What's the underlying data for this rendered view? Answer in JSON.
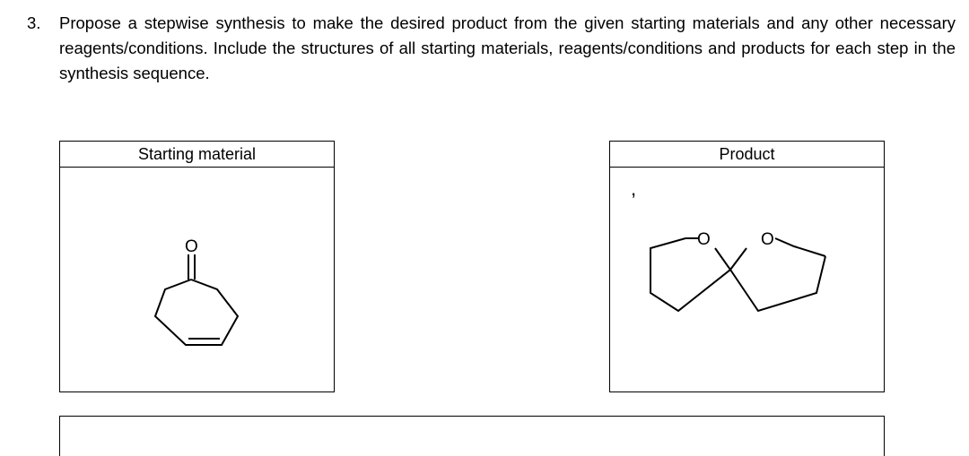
{
  "question": {
    "number": "3.",
    "text": "Propose a stepwise synthesis to make the desired product from the given starting materials and any other necessary reagents/conditions. Include the structures of all starting materials, reagents/conditions and products for each step in the synthesis sequence."
  },
  "starting_material": {
    "header": "Starting material",
    "atom_labels": {
      "oxygen": "O"
    }
  },
  "separator": ",",
  "product": {
    "header": "Product",
    "atom_labels": {
      "oxygen_left": "O",
      "oxygen_right": "O"
    }
  }
}
